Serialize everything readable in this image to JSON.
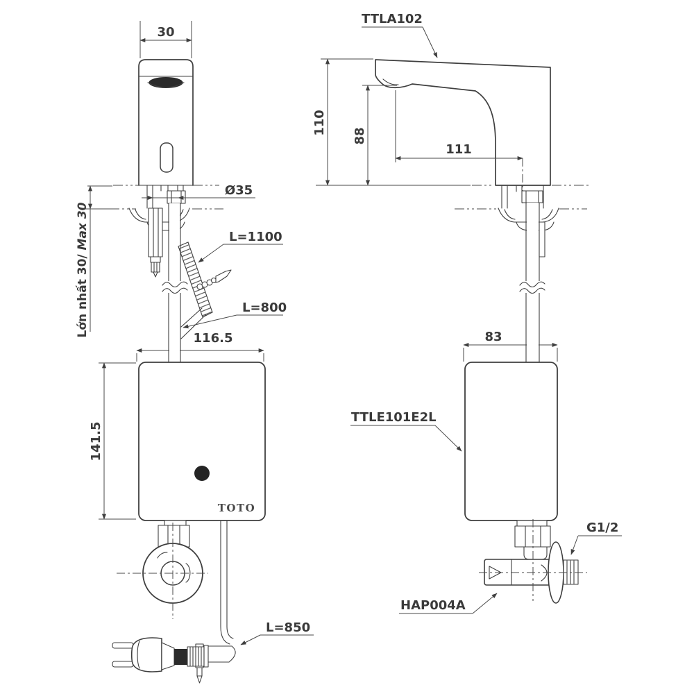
{
  "drawing": {
    "type": "faucet installation dimension drawing",
    "background": "#ffffff",
    "line_color": "#3f3f3f",
    "text_color": "#3a3a3a"
  },
  "front_view": {
    "dim_spout_width": "30",
    "dim_shank_diameter": "Ø35",
    "dim_counter_thickness_vi": "Lớn nhất 30/",
    "dim_counter_thickness_en": " Max 30",
    "label_sensor_cable": "L=1100",
    "label_supply_hose": "L=800",
    "dim_controller_width": "116.5",
    "dim_controller_height": "141.5",
    "label_power_cord": "L=850",
    "brand_logo": "TOTO"
  },
  "side_view": {
    "label_faucet_model": "TTLA102",
    "dim_total_height": "110",
    "dim_spout_outlet_height": "88",
    "dim_spout_reach": "111",
    "dim_controller_depth": "83",
    "label_controller_model": "TTLE101E2L",
    "label_angle_valve_model": "HAP004A",
    "label_thread_size": "G1/2"
  }
}
